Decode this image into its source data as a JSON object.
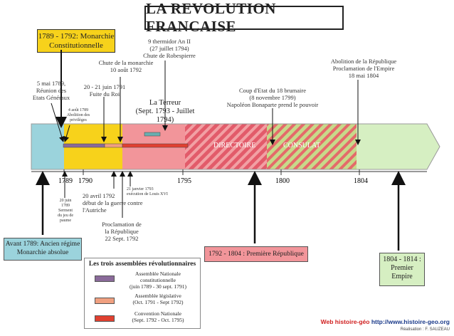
{
  "title": "LA REVOLUTION FRANCAISE",
  "monarchie_box": {
    "line1": "1789 - 1792: Monarchie",
    "line2": "Constitutionnelle"
  },
  "events": {
    "etats_generaux": {
      "l1": "5 mai 1789,",
      "l2": "Réunion des",
      "l3": "Etats Généraux"
    },
    "abolition_privileges": {
      "l1": "4 août 1789",
      "l2": "Abolition des",
      "l3": "privilèges"
    },
    "fuite_roi": {
      "l1": "20 - 21 juin 1791",
      "l2": "Fuite du Roi"
    },
    "chute_monarchie": {
      "l1": "Chute de la monarchie",
      "l2": "10 août 1792"
    },
    "thermidor": {
      "l1": "9 thermidor An II",
      "l2": "(27 juillet 1794)",
      "l3": "Chute de Robespierre"
    },
    "terreur": {
      "l1": "La Terreur",
      "l2": "(Sept. 1793 - Juillet 1794)"
    },
    "brumaire": {
      "l1": "Coup d'Etat du 18 brumaire",
      "l2": "(8 novembre 1799)",
      "l3": "Napoléon Bonaparte prend le pouvoir"
    },
    "abolition_republique": {
      "l1": "Abolition de la République",
      "l2": "Proclamation de l'Empire",
      "l3": "18 mai 1804"
    },
    "serment_paume": {
      "l1": "20 juin",
      "l2": "1789",
      "l3": "Serment",
      "l4": "du jeu de",
      "l5": "paume"
    },
    "guerre_autriche": {
      "l1": "20 avril 1792",
      "l2": "début de la guerre contre",
      "l3": "l'Autriche"
    },
    "execution_louis": {
      "l1": "21 janvier 1793",
      "l2": "exécution de Louis XVI"
    },
    "proclamation_republique": {
      "l1": "Proclamation de",
      "l2": "la République",
      "l3": "22 Sept. 1792"
    }
  },
  "bands": {
    "directoire": "DIRECTOIRE",
    "consulat": "CONSULAT"
  },
  "ticks": [
    "1789",
    "1790",
    "1795",
    "1800",
    "1804"
  ],
  "periods": {
    "ancien_regime": {
      "l1": "Avant 1789: Ancien régime",
      "l2": "Monarchie absolue"
    },
    "premiere_republique": "1792 - 1804 : Première République",
    "premier_empire": {
      "l1": "1804 - 1814 :",
      "l2": "Premier",
      "l3": "Empire"
    }
  },
  "legend": {
    "title": "Les trois assemblées révolutionnaires",
    "items": [
      {
        "l1": "Assemblée Nationale",
        "l2": "constitutionnelle",
        "l3": "(juin 1789 - 30 sept. 1791)",
        "color": "#8a6a9a"
      },
      {
        "l1": "Assemblée législative",
        "l2": "(Oct. 1791 - Sept 1792)",
        "color": "#f0a080"
      },
      {
        "l1": "Convention Nationale",
        "l2": "(Sept. 1792 - Oct. 1795)",
        "color": "#e04030"
      }
    ]
  },
  "credits": {
    "web_label": "Web histoire-géo",
    "url": "http://www.histoire-geo.org",
    "author": "Réalisation : F. SAUZEAU"
  },
  "colors": {
    "ancien": "#9bd3dc",
    "monarchie": "#f7d21b",
    "republique": "#f2959a",
    "directoire": "#e0536a",
    "consulat_bg": "#c9d98a",
    "consulat_hatch": "#e46a6a",
    "empire": "#d6efc2"
  }
}
